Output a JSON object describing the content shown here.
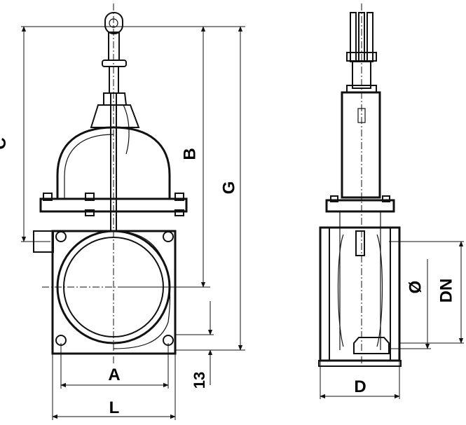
{
  "labels": {
    "C": "C",
    "B": "B",
    "G": "G",
    "A": "A",
    "L": "L",
    "thirteen": "13",
    "D": "D",
    "phi": "Ø",
    "DN": "DN"
  }
}
